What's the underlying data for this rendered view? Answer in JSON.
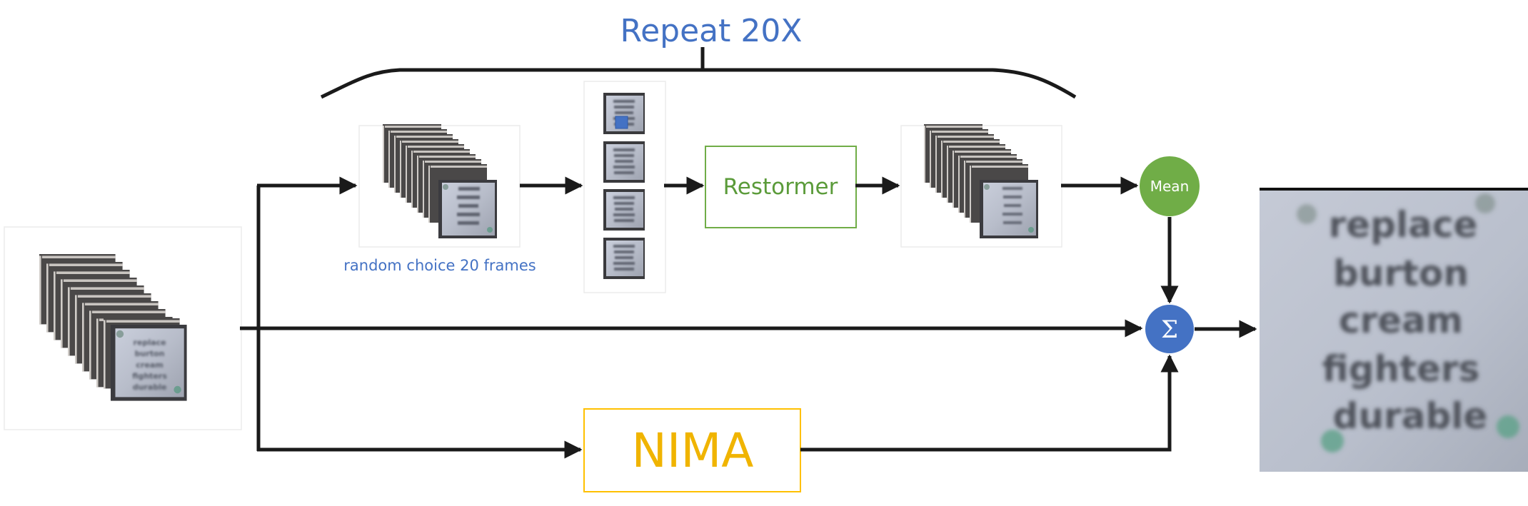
{
  "repeat_label": "Repeat 20X",
  "random_choice_label": "random choice 20 frames",
  "restormer_label": "Restormer",
  "nima_label": "NIMA",
  "mean_label": "Mean",
  "sum_symbol": "Σ",
  "frame_words": [
    "replace",
    "burton",
    "cream",
    "fighters",
    "durable"
  ],
  "colors": {
    "blue": "#4472C4",
    "green": "#70AD47",
    "gold": "#FFC000",
    "arrow": "#1a1a1a"
  }
}
